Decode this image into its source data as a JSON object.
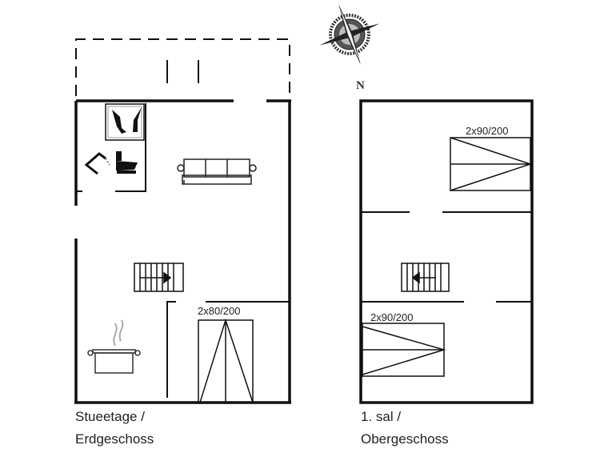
{
  "compass": {
    "north_label": "N"
  },
  "ground_floor": {
    "label_line1": "Stueetage /",
    "label_line2": "Erdgeschoss",
    "bed_label": "2x80/200"
  },
  "upper_floor": {
    "label_line1": "1. sal /",
    "label_line2": "Obergeschoss",
    "bed_top_label": "2x90/200",
    "bed_bottom_label": "2x90/200"
  },
  "colors": {
    "wall": "#111111",
    "line": "#222222"
  }
}
